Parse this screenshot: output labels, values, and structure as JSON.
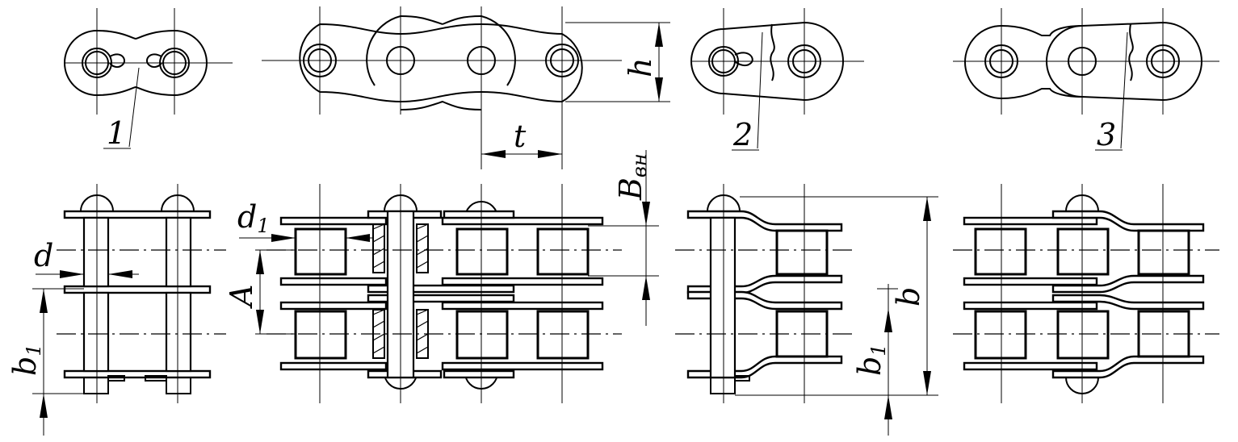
{
  "drawing": {
    "callouts": {
      "item1": "1",
      "item2": "2",
      "item3": "3"
    },
    "dimensions": {
      "pitch": "t",
      "plate_height": "h",
      "inner_width_main": "B",
      "inner_width_sub": "вн",
      "roller_diameter_main": "d",
      "roller_diameter_sub": "1",
      "pin_diameter": "d",
      "row_spacing": "A",
      "overall_width": "b",
      "offset_width_main": "b",
      "offset_width_sub": "1"
    }
  }
}
